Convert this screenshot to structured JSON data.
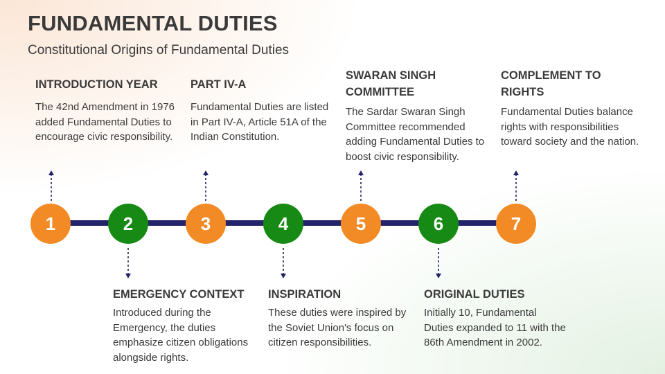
{
  "header": {
    "title": "FUNDAMENTAL DUTIES",
    "subtitle": "Constitutional Origins of Fundamental Duties"
  },
  "colors": {
    "orange": "#f28b26",
    "green": "#168a14",
    "axis": "#23236b"
  },
  "steps": [
    {
      "number": "1",
      "color": "orange",
      "title": "INTRODUCTION YEAR",
      "text": "The 42nd Amendment in 1976 added Fundamental Duties to encourage civic responsibility."
    },
    {
      "number": "2",
      "color": "green",
      "title": "EMERGENCY CONTEXT",
      "text": "Introduced during the Emergency, the duties emphasize citizen obligations alongside rights."
    },
    {
      "number": "3",
      "color": "orange",
      "title": "PART IV-A",
      "text": "Fundamental Duties are listed in Part IV-A, Article 51A of the Indian Constitution."
    },
    {
      "number": "4",
      "color": "green",
      "title": "INSPIRATION",
      "text": "These duties were inspired by the Soviet Union's focus on citizen responsibilities."
    },
    {
      "number": "5",
      "color": "orange",
      "title": "SWARAN SINGH COMMITTEE",
      "text": "The Sardar Swaran Singh Committee recommended adding Fundamental Duties to boost civic responsibility."
    },
    {
      "number": "6",
      "color": "green",
      "title": "ORIGINAL DUTIES",
      "text": "Initially 10, Fundamental Duties expanded to 11 with the 86th Amendment in 2002."
    },
    {
      "number": "7",
      "color": "orange",
      "title": "COMPLEMENT TO RIGHTS",
      "text": "Fundamental Duties balance rights with responsibilities toward society and the nation."
    }
  ]
}
